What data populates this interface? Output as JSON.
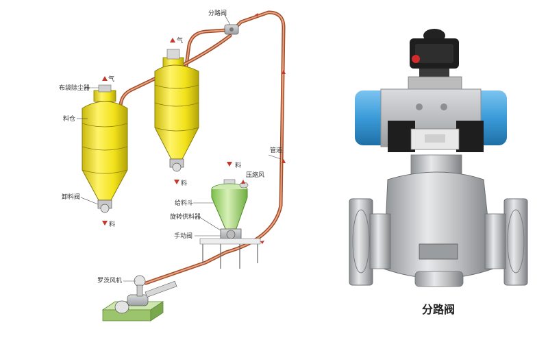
{
  "diagram": {
    "labels": {
      "diverter_valve": "分路阀",
      "receiver_top": "布袋除尘器",
      "bin_a": "料仓",
      "discharge_valve": "卸料阀",
      "out_a": "料",
      "feed_in": "料",
      "air_in": "压缩风",
      "feed_hopper": "给料斗",
      "rotary_feeder": "旋转供料器",
      "manual_valve": "手动阀",
      "conveying_pipe": "管道",
      "blower": "罗茨风机",
      "out_b": "料"
    },
    "caption": "分路阀",
    "colors": {
      "pipe": "#c0603a",
      "silo": "#f2e21a",
      "hopper": "#9fd46b",
      "actuator_blue": "#3a9bd8",
      "valve_body": "#b8babc"
    }
  }
}
